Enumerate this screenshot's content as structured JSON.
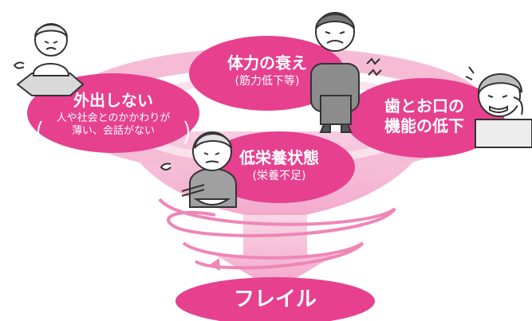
{
  "diagram": {
    "outcome": "フレイル",
    "factors": [
      {
        "title": "体力の衰え",
        "sub": "(筋力低下等)"
      },
      {
        "title": "外出しない",
        "sub_line1": "人や社会とのかかわりが",
        "sub_line2": "薄い、会話がない"
      },
      {
        "title": "歯とお口の",
        "title2": "機能の低下"
      },
      {
        "title": "低栄養状態",
        "sub": "(栄養不足)"
      }
    ]
  },
  "colors": {
    "magenta": "#e6408f",
    "pink_light": "#f6c2da",
    "pink_mid": "#ef86b7"
  },
  "icons": [
    "elderly-man-stressed",
    "elderly-woman-sitting",
    "elderly-woman-toothache",
    "elderly-man-eating"
  ]
}
